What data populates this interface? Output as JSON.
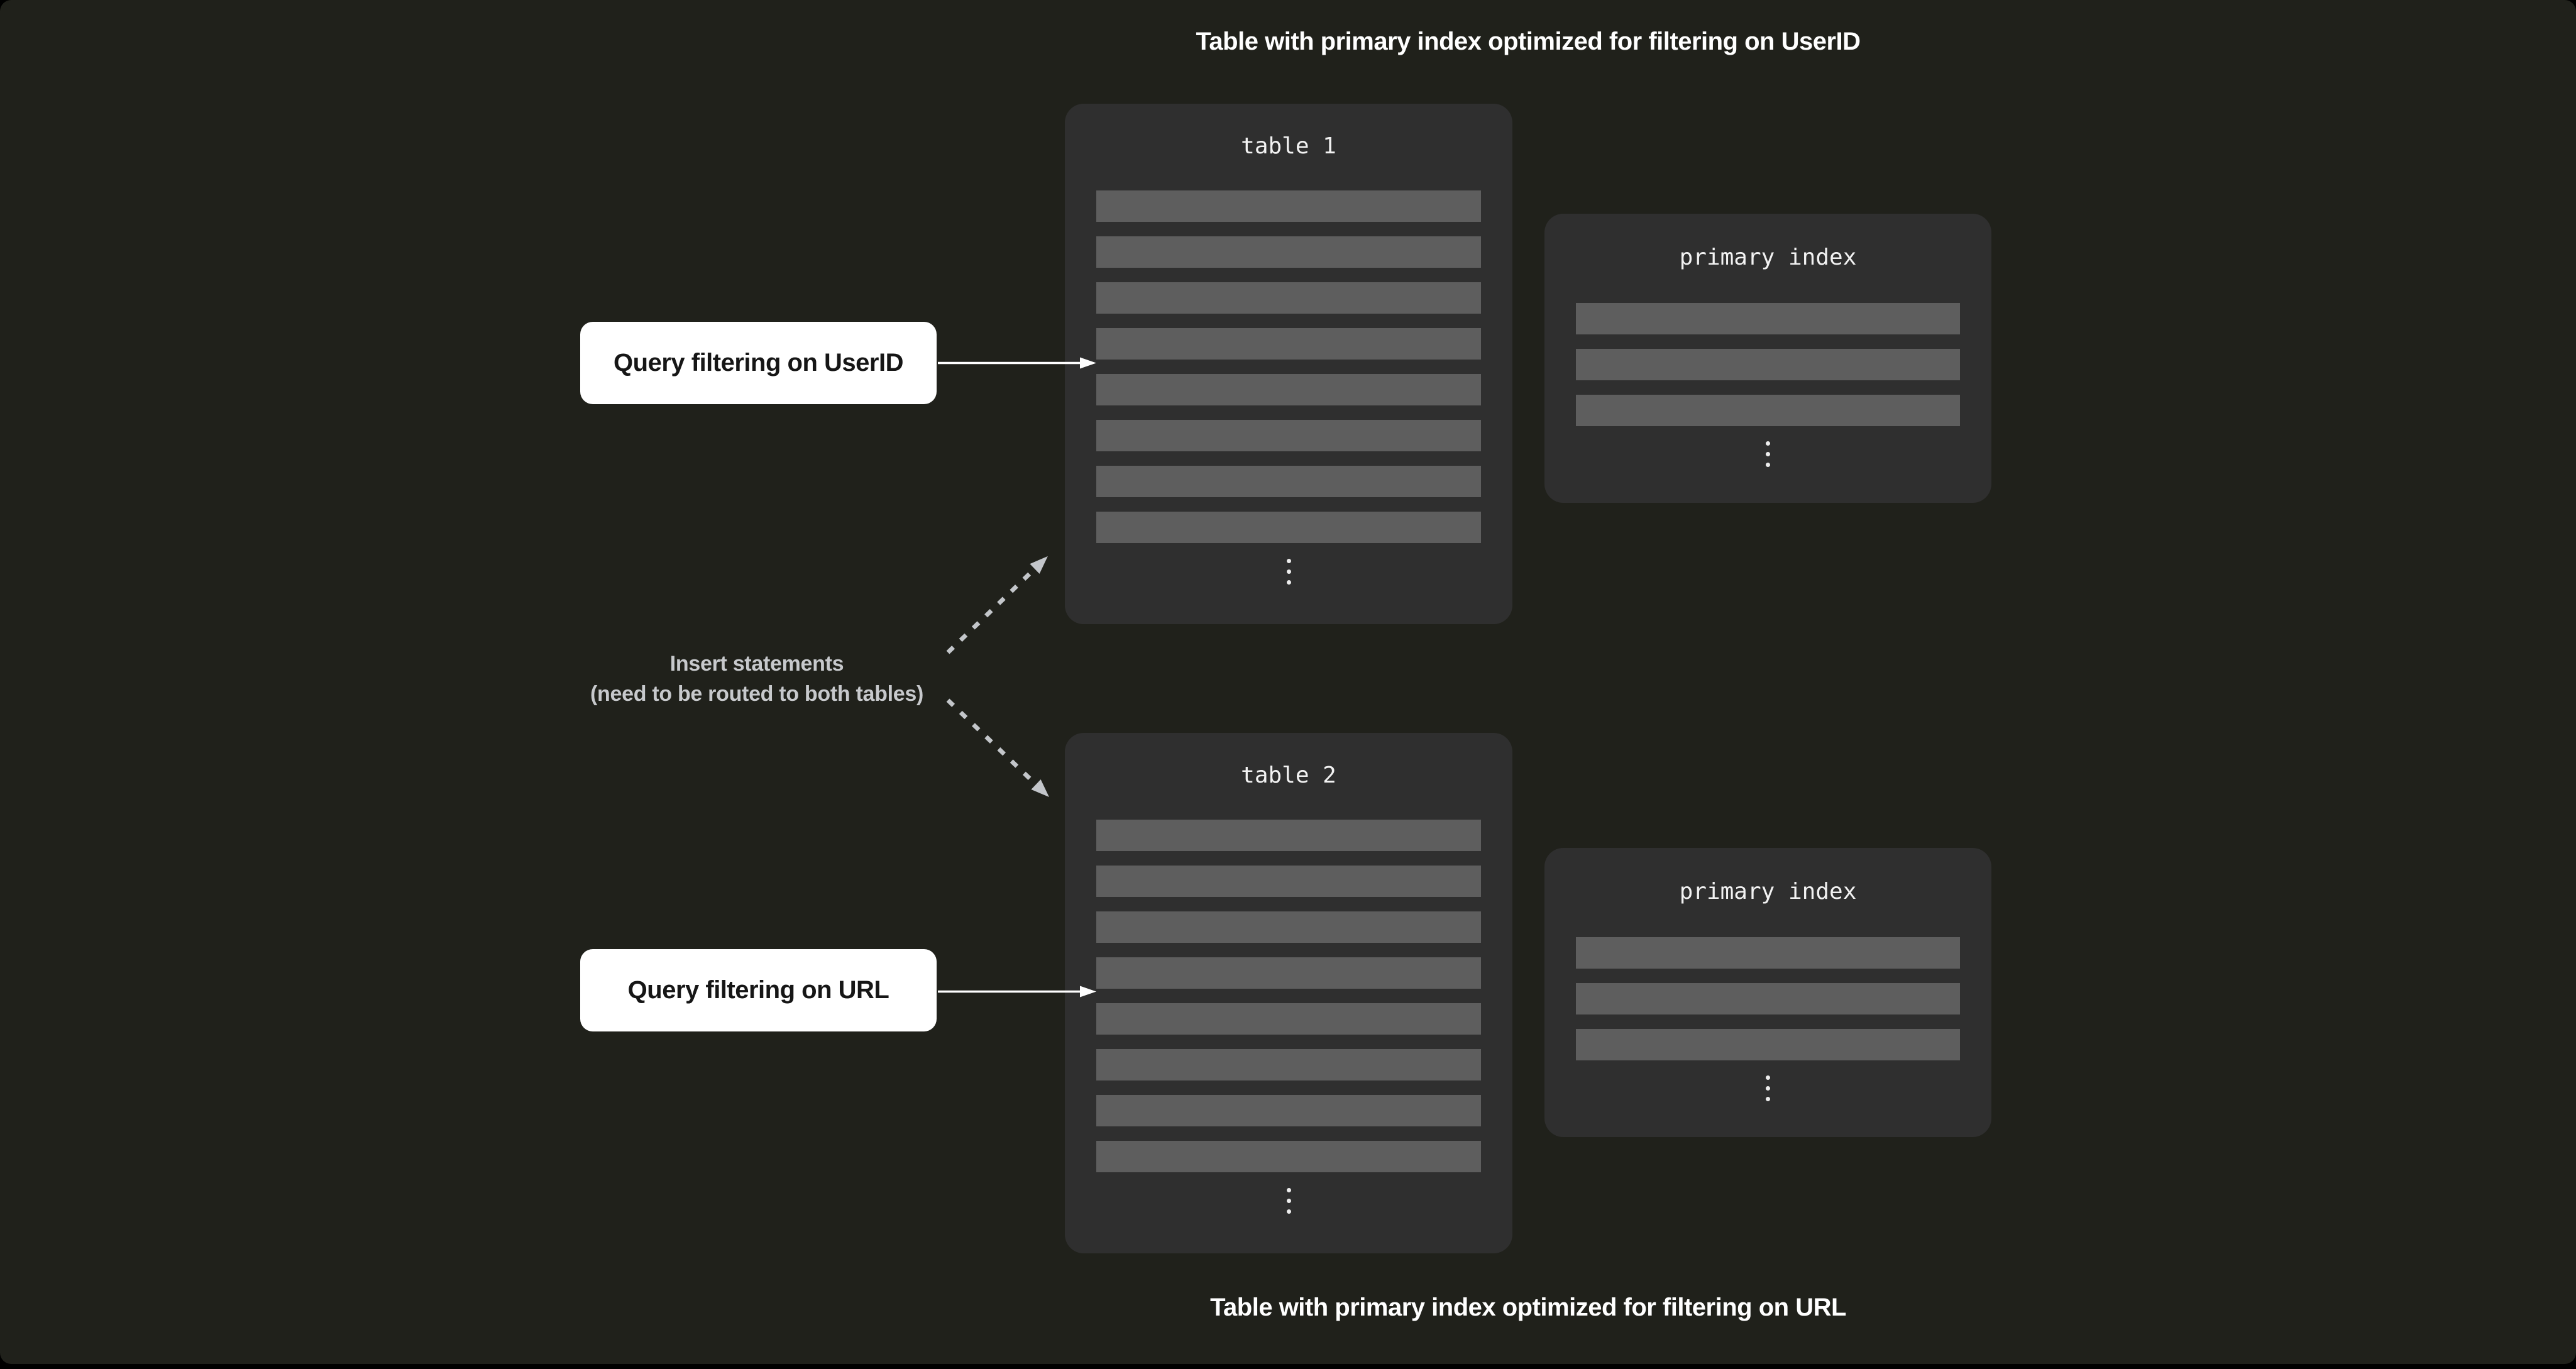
{
  "colors": {
    "canvas": "#000000",
    "panel_bg": "#20211b",
    "box_bg": "#2f2f2f",
    "row_fill": "#5e5e5e",
    "label_bg": "#ffffff",
    "label_text": "#161616",
    "caption_text": "#ffffff",
    "muted_text": "#c7c9cc",
    "arrow_white": "#ffffff",
    "arrow_gray": "#c3c6ca"
  },
  "captions": {
    "top": "Table with primary index optimized for filtering on UserID",
    "bottom": "Table with primary index optimized for filtering on URL"
  },
  "query_labels": {
    "userid": "Query filtering on UserID",
    "url": "Query filtering on URL"
  },
  "insert_note": {
    "line1": "Insert statements",
    "line2": "(need to be routed to both tables)"
  },
  "tables": {
    "table1": {
      "title": "table 1",
      "row_count": 8
    },
    "table2": {
      "title": "table 2",
      "row_count": 8
    }
  },
  "indexes": {
    "index1": {
      "title": "primary index",
      "row_count": 3
    },
    "index2": {
      "title": "primary index",
      "row_count": 3
    }
  }
}
